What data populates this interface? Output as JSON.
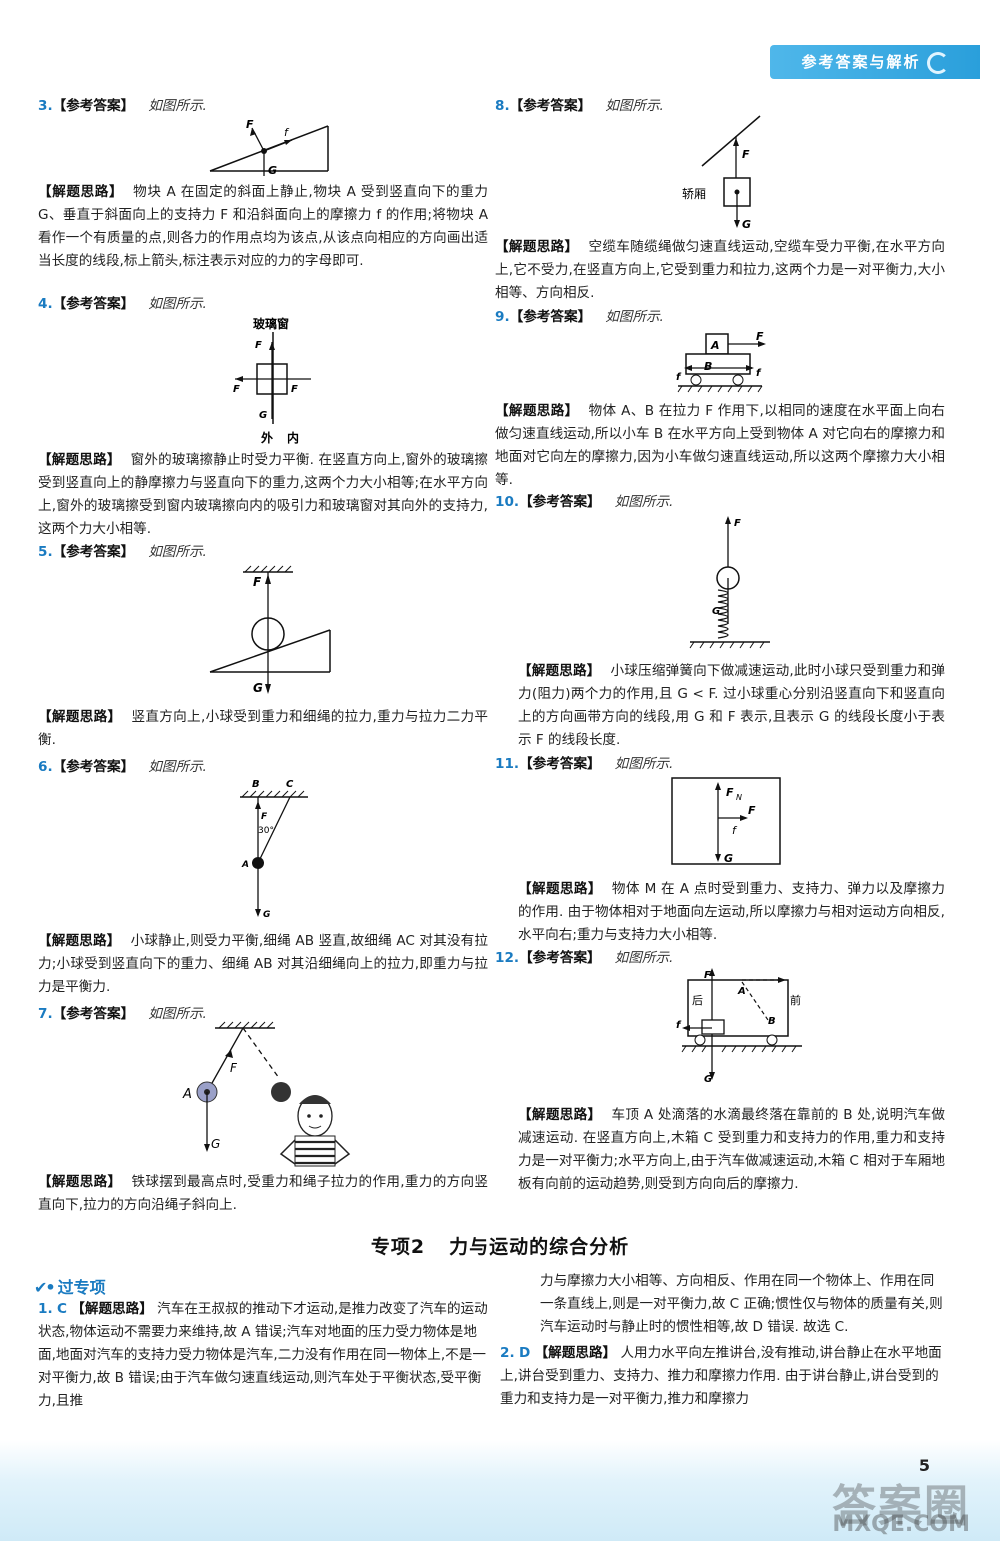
{
  "header": {
    "tab_label": "参考答案与解析"
  },
  "labels": {
    "ref": "【参考答案】",
    "think": "【解题思路】",
    "see_fig": "如图所示."
  },
  "q3": {
    "num": "3.",
    "text": "物块 A 在固定的斜面上静止,物块 A 受到竖直向下的重力 G、垂直于斜面向上的支持力 F 和沿斜面向上的摩擦力 f 的作用;将物块 A 看作一个有质量的点,则各力的作用点均为该点,从该点向相应的方向画出适当长度的线段,标上箭头,标注表示对应的力的字母即可."
  },
  "q4": {
    "num": "4.",
    "text": "窗外的玻璃擦静止时受力平衡. 在竖直方向上,窗外的玻璃擦受到竖直向上的静摩擦力与竖直向下的重力,这两个力大小相等;在水平方向上,窗外的玻璃擦受到窗内玻璃擦向内的吸引力和玻璃窗对其向外的支持力,这两个力大小相等.",
    "fig_title": "玻璃窗",
    "fig_out": "外",
    "fig_in": "内"
  },
  "q5": {
    "num": "5.",
    "text": "竖直方向上,小球受到重力和细绳的拉力,重力与拉力二力平衡."
  },
  "q6": {
    "num": "6.",
    "text": "小球静止,则受力平衡,细绳 AB 竖直,故细绳 AC 对其没有拉力;小球受到竖直向下的重力、细绳 AB 对其沿细绳向上的拉力,即重力与拉力是平衡力.",
    "angle": "30°"
  },
  "q7": {
    "num": "7.",
    "text": "铁球摆到最高点时,受重力和绳子拉力的作用,重力的方向竖直向下,拉力的方向沿绳子斜向上."
  },
  "q8": {
    "num": "8.",
    "text": "空缆车随缆绳做匀速直线运动,空缆车受力平衡,在水平方向上,它不受力,在竖直方向上,它受到重力和拉力,这两个力是一对平衡力,大小相等、方向相反.",
    "fig_label": "轿厢"
  },
  "q9": {
    "num": "9.",
    "text": "物体 A、B 在拉力 F 作用下,以相同的速度在水平面上向右做匀速直线运动,所以小车 B 在水平方向上受到物体 A 对它向右的摩擦力和地面对它向左的摩擦力,因为小车做匀速直线运动,所以这两个摩擦力大小相等."
  },
  "q10": {
    "num": "10.",
    "text": "小球压缩弹簧向下做减速运动,此时小球只受到重力和弹力(阻力)两个力的作用,且 G < F. 过小球重心分别沿竖直向下和竖直向上的方向画带方向的线段,用 G 和 F 表示,且表示 G 的线段长度小于表示 F 的线段长度."
  },
  "q11": {
    "num": "11.",
    "text": "物体 M 在 A 点时受到重力、支持力、弹力以及摩擦力的作用. 由于物体相对于地面向左运动,所以摩擦力与相对运动方向相反,水平向右;重力与支持力大小相等."
  },
  "q12": {
    "num": "12.",
    "text": "车顶 A 处滴落的水滴最终落在靠前的 B 处,说明汽车做减速运动. 在竖直方向上,木箱 C 受到重力和支持力的作用,重力和支持力是一对平衡力;水平方向上,由于汽车做减速运动,木箱 C 相对于车厢地板有向前的运动趋势,则受到方向向后的摩擦力.",
    "fig_back": "后",
    "fig_front": "前"
  },
  "section": {
    "label": "专项2",
    "title": "力与运动的综合分析"
  },
  "subheading": "过专项",
  "s1": {
    "num": "1.",
    "ans": "C",
    "text": "汽车在王叔叔的推动下才运动,是推力改变了汽车的运动状态,物体运动不需要力来维持,故 A 错误;汽车对地面的压力受力物体是地面,地面对汽车的支持力受力物体是汽车,二力没有作用在同一物体上,不是一对平衡力,故 B 错误;由于汽车做匀速直线运动,则汽车处于平衡状态,受平衡力,且推"
  },
  "s1cont": {
    "text": "力与摩擦力大小相等、方向相反、作用在同一个物体上、作用在同一条直线上,则是一对平衡力,故 C 正确;惯性仅与物体的质量有关,则汽车运动时与静止时的惯性相等,故 D 错误. 故选 C."
  },
  "s2": {
    "num": "2.",
    "ans": "D",
    "text": "人用力水平向左推讲台,没有推动,讲台静止在水平地面上,讲台受到重力、支持力、推力和摩擦力作用. 由于讲台静止,讲台受到的重力和支持力是一对平衡力,推力和摩擦力"
  },
  "footer": {
    "page": "5",
    "watermark": "答案圈",
    "watermark_url": "MXQE.COM"
  },
  "colors": {
    "accent": "#1a7bc1",
    "header": "#2a9fdb"
  }
}
